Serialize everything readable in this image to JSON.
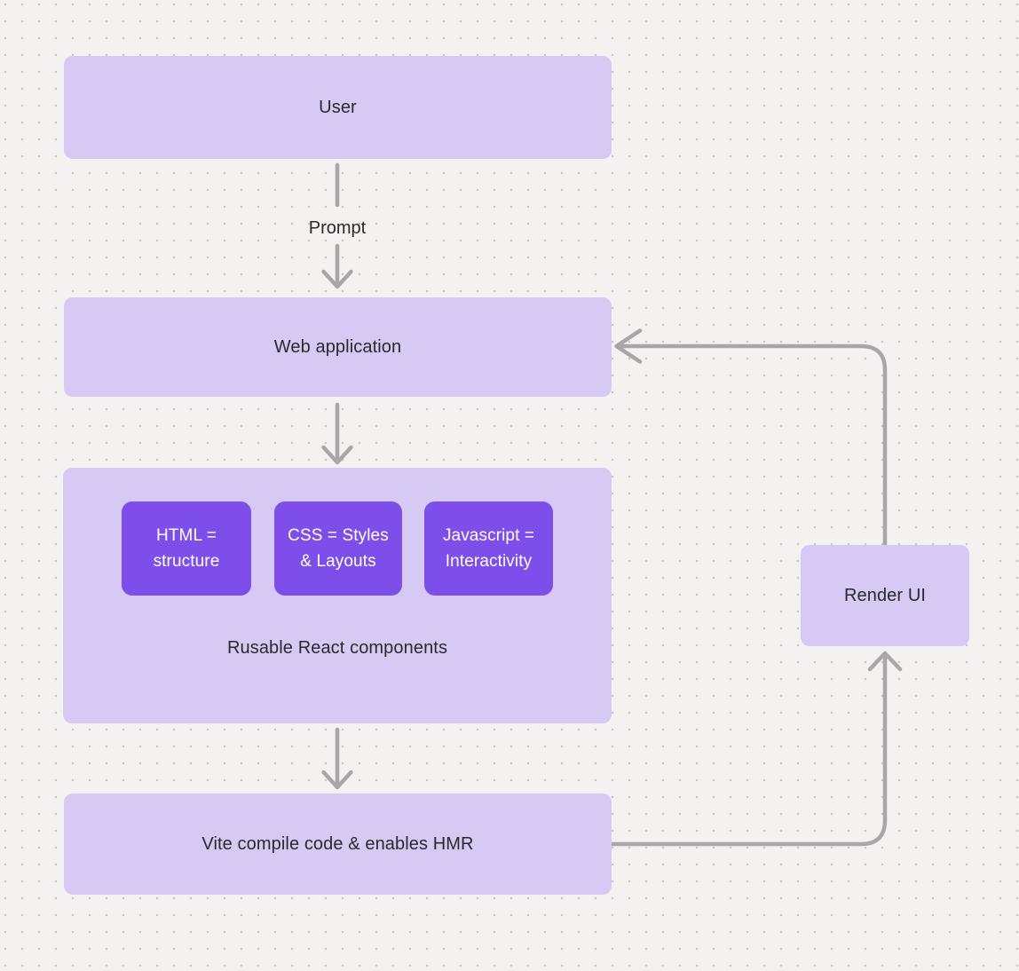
{
  "colors": {
    "background": "#f3f2f0",
    "grid_dot": "#c8c6c3",
    "node_fill": "#d6caf4",
    "accent_fill": "#7d4ee9",
    "accent_text": "#ffffff",
    "text": "#2a292e",
    "arrow": "#a9a6a9"
  },
  "nodes": {
    "user": {
      "label": "User"
    },
    "web_application": {
      "label": "Web application"
    },
    "components": {
      "label": "Rusable React components",
      "items": [
        {
          "lines": [
            "HTML =",
            "structure"
          ]
        },
        {
          "lines": [
            "CSS = Styles",
            "& Layouts"
          ]
        },
        {
          "lines": [
            "Javascript =",
            "Interactivity"
          ]
        }
      ]
    },
    "vite": {
      "label": "Vite compile code & enables HMR"
    },
    "render_ui": {
      "label": "Render UI"
    }
  },
  "edges": {
    "prompt_label": "Prompt",
    "list": [
      {
        "from": "User",
        "to": "Web application",
        "label": "Prompt"
      },
      {
        "from": "Web application",
        "to": "Rusable React components",
        "label": ""
      },
      {
        "from": "Rusable React components",
        "to": "Vite compile code & enables HMR",
        "label": ""
      },
      {
        "from": "Vite compile code & enables HMR",
        "to": "Render UI",
        "label": ""
      },
      {
        "from": "Render UI",
        "to": "Web application",
        "label": ""
      }
    ]
  }
}
